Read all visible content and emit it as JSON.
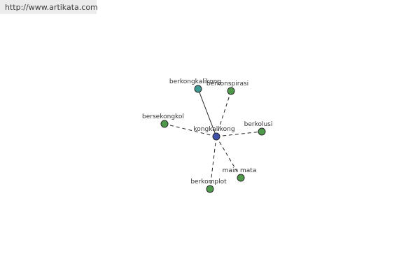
{
  "watermark": {
    "url": "http://www.artikata.com"
  },
  "colors": {
    "center_node": "#3f51a8",
    "teal_node": "#3e9a92",
    "green_node": "#4e9a4a",
    "node_stroke": "#2a2a2a",
    "edge": "#222222"
  },
  "graph": {
    "center": "kongkalikong",
    "nodes": [
      {
        "id": "kongkalikong",
        "label": "kongkalikong",
        "role": "center"
      },
      {
        "id": "berkongkalikong",
        "label": "berkongkalikong",
        "role": "derived"
      },
      {
        "id": "berkonspirasi",
        "label": "berkonspirasi",
        "role": "synonym"
      },
      {
        "id": "bersekongkol",
        "label": "bersekongkol",
        "role": "synonym"
      },
      {
        "id": "berkolusi",
        "label": "berkolusi",
        "role": "synonym"
      },
      {
        "id": "main-mata",
        "label": "main mata",
        "role": "synonym"
      },
      {
        "id": "berkomplot",
        "label": "berkomplot",
        "role": "synonym"
      }
    ],
    "edges": [
      {
        "from": "kongkalikong",
        "to": "berkongkalikong",
        "style": "solid"
      },
      {
        "from": "kongkalikong",
        "to": "berkonspirasi",
        "style": "dashed"
      },
      {
        "from": "kongkalikong",
        "to": "bersekongkol",
        "style": "dashed"
      },
      {
        "from": "kongkalikong",
        "to": "berkolusi",
        "style": "dashed"
      },
      {
        "from": "kongkalikong",
        "to": "main-mata",
        "style": "dashed"
      },
      {
        "from": "kongkalikong",
        "to": "berkomplot",
        "style": "dashed"
      }
    ]
  }
}
